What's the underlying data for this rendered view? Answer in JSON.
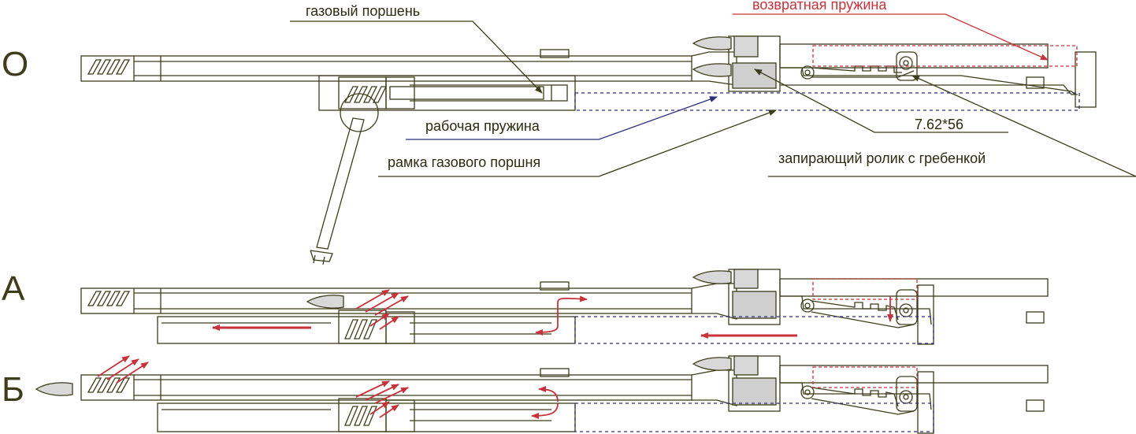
{
  "stages": {
    "o": "О",
    "a": "А",
    "b": "Б"
  },
  "labels": {
    "gas_piston": "газовый поршень",
    "return_spring": "возвратная пружина",
    "working_spring": "рабочая пружина",
    "gas_piston_frame": "рамка газового поршня",
    "cartridge": "7.62*56",
    "locking_roller": "запирающий ролик с гребенкой"
  },
  "colors": {
    "line": "#3d3d1b",
    "red": "#c8323a",
    "navy": "#2b2f7a",
    "fill_gray": "#cfcfcf",
    "bullet_gray": "#d8d8d8"
  }
}
